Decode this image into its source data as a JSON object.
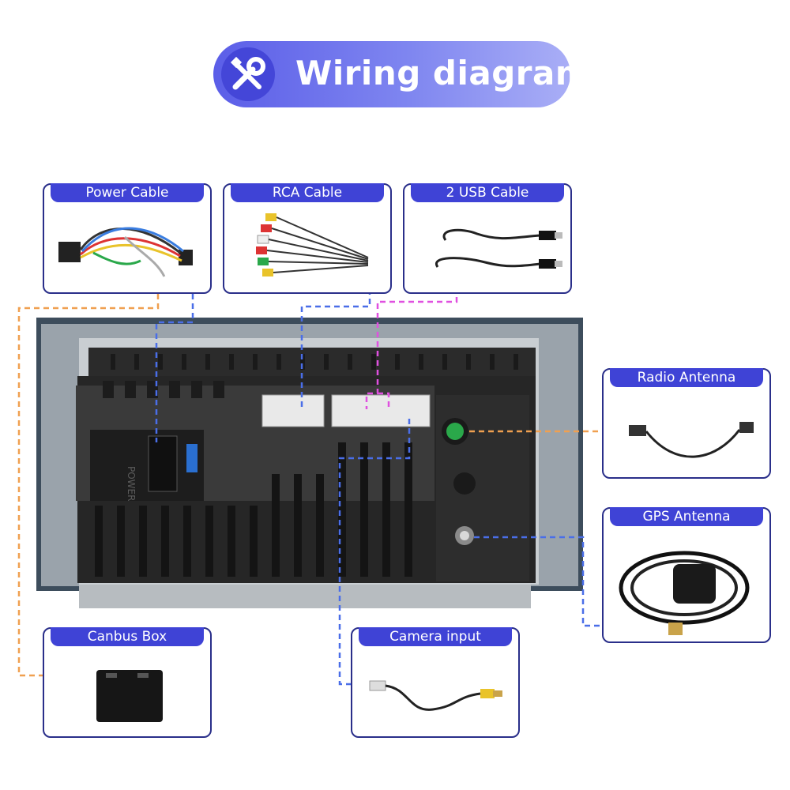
{
  "header": {
    "title": "Wiring diagram",
    "icon": "tools-icon",
    "accent_color": "#4446d8"
  },
  "cards": {
    "power_cable": "Power Cable",
    "rca_cable": "RCA Cable",
    "usb_cable": "2 USB Cable",
    "radio_antenna": "Radio Antenna",
    "gps_antenna": "GPS Antenna",
    "canbus_box": "Canbus Box",
    "camera_input": "Camera input"
  },
  "unit_label": "POWER",
  "line_colors": {
    "orange": "#f0a050",
    "blue": "#4a6ee8",
    "magenta": "#e050e0"
  }
}
